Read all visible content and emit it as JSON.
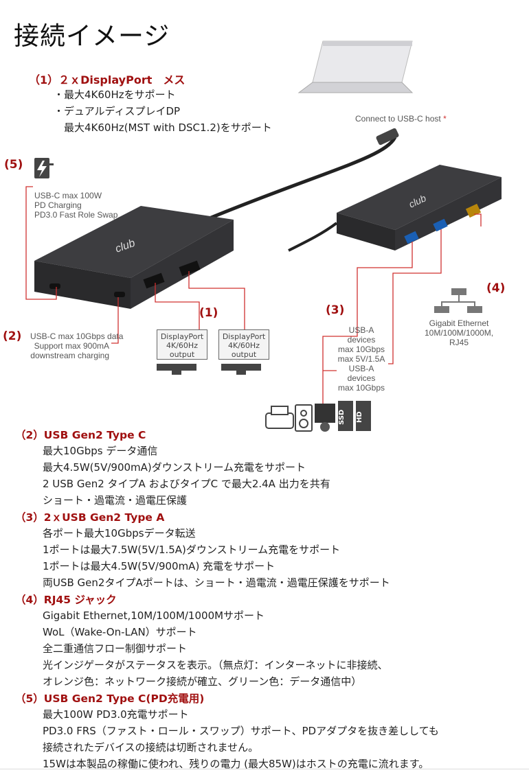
{
  "page_title": "接続イメージ",
  "diagram": {
    "dp_heading": "（1）２ｘDisplayPort　メス",
    "dp_lines": [
      "・最大4K60Hzをサポート",
      "・デュアルディスプレイDP",
      "　最大4K60Hz(MST with DSC1.2)をサポート"
    ],
    "host_label": "Connect to USB-C host",
    "host_mark": "*",
    "label5_num": "(5)",
    "label5_lines": [
      "USB-C max 100W",
      "PD Charging",
      "PD3.0 Fast Role Swap"
    ],
    "label2_num": "(2)",
    "label2_lines": [
      "USB-C max 10Gbps data",
      "Support max 900mA",
      "downstream charging"
    ],
    "label1_num": "(1)",
    "dp_box_lines": [
      "DisplayPort",
      "4K/60Hz",
      "output"
    ],
    "label3_num": "(3)",
    "usba1_lines": [
      "USB-A devices",
      "max 10Gbps",
      "max 5V/1.5A"
    ],
    "usba2_lines": [
      "USB-A devices",
      "max 10Gbps"
    ],
    "label4_num": "(4)",
    "eth_lines": [
      "Gigabit Ethernet",
      "10M/100M/1000M, RJ45"
    ],
    "ssd_label": "SSD",
    "hd_label": "HD",
    "brand": "club"
  },
  "sections": [
    {
      "title": "（2）USB Gen2 Type C",
      "lines": [
        "最大10Gbps データ通信",
        "最大4.5W(5V/900mA)ダウンストリーム充電をサポート",
        "2 USB Gen2 タイプA およびタイプC で最大2.4A 出力を共有",
        "ショート・過電流・過電圧保護"
      ]
    },
    {
      "title": "（3）2ｘUSB Gen2 Type A",
      "lines": [
        "各ポート最大10Gbpsデータ転送",
        "1ポートは最大7.5W(5V/1.5A)ダウンストリーム充電をサポート",
        "1ポートは最大4.5W(5V/900mA) 充電をサポート",
        "両USB Gen2タイプAポートは、ショート・過電流・過電圧保護をサポート"
      ]
    },
    {
      "title": "（4）RJ45 ジャック",
      "lines": [
        "Gigabit Ethernet,10M/100M/1000Mサポート",
        "WoL（Wake-On-LAN）サポート",
        "全二重通信フロー制御サポート",
        "光インジゲータがステータスを表示。（無点灯：インターネットに非接続、",
        "オレンジ色：ネットワーク接続が確立、グリーン色：データ通信中）"
      ]
    },
    {
      "title": "（5）USB Gen2 Type C(PD充電用)",
      "lines": [
        "最大100W PD3.0充電サポート",
        "PD3.0 FRS（ファスト・ロール・スワップ）サポート、PDアダプタを抜き差ししても",
        "接続されたデバイスの接続は切断されません。",
        "15Wは本製品の稼働に使われ、残りの電力 (最大85W)はホストの充電に流れます。"
      ]
    }
  ],
  "colors": {
    "accent": "#a01010",
    "line_red": "#d0302f",
    "device": "#3a3a3c"
  }
}
